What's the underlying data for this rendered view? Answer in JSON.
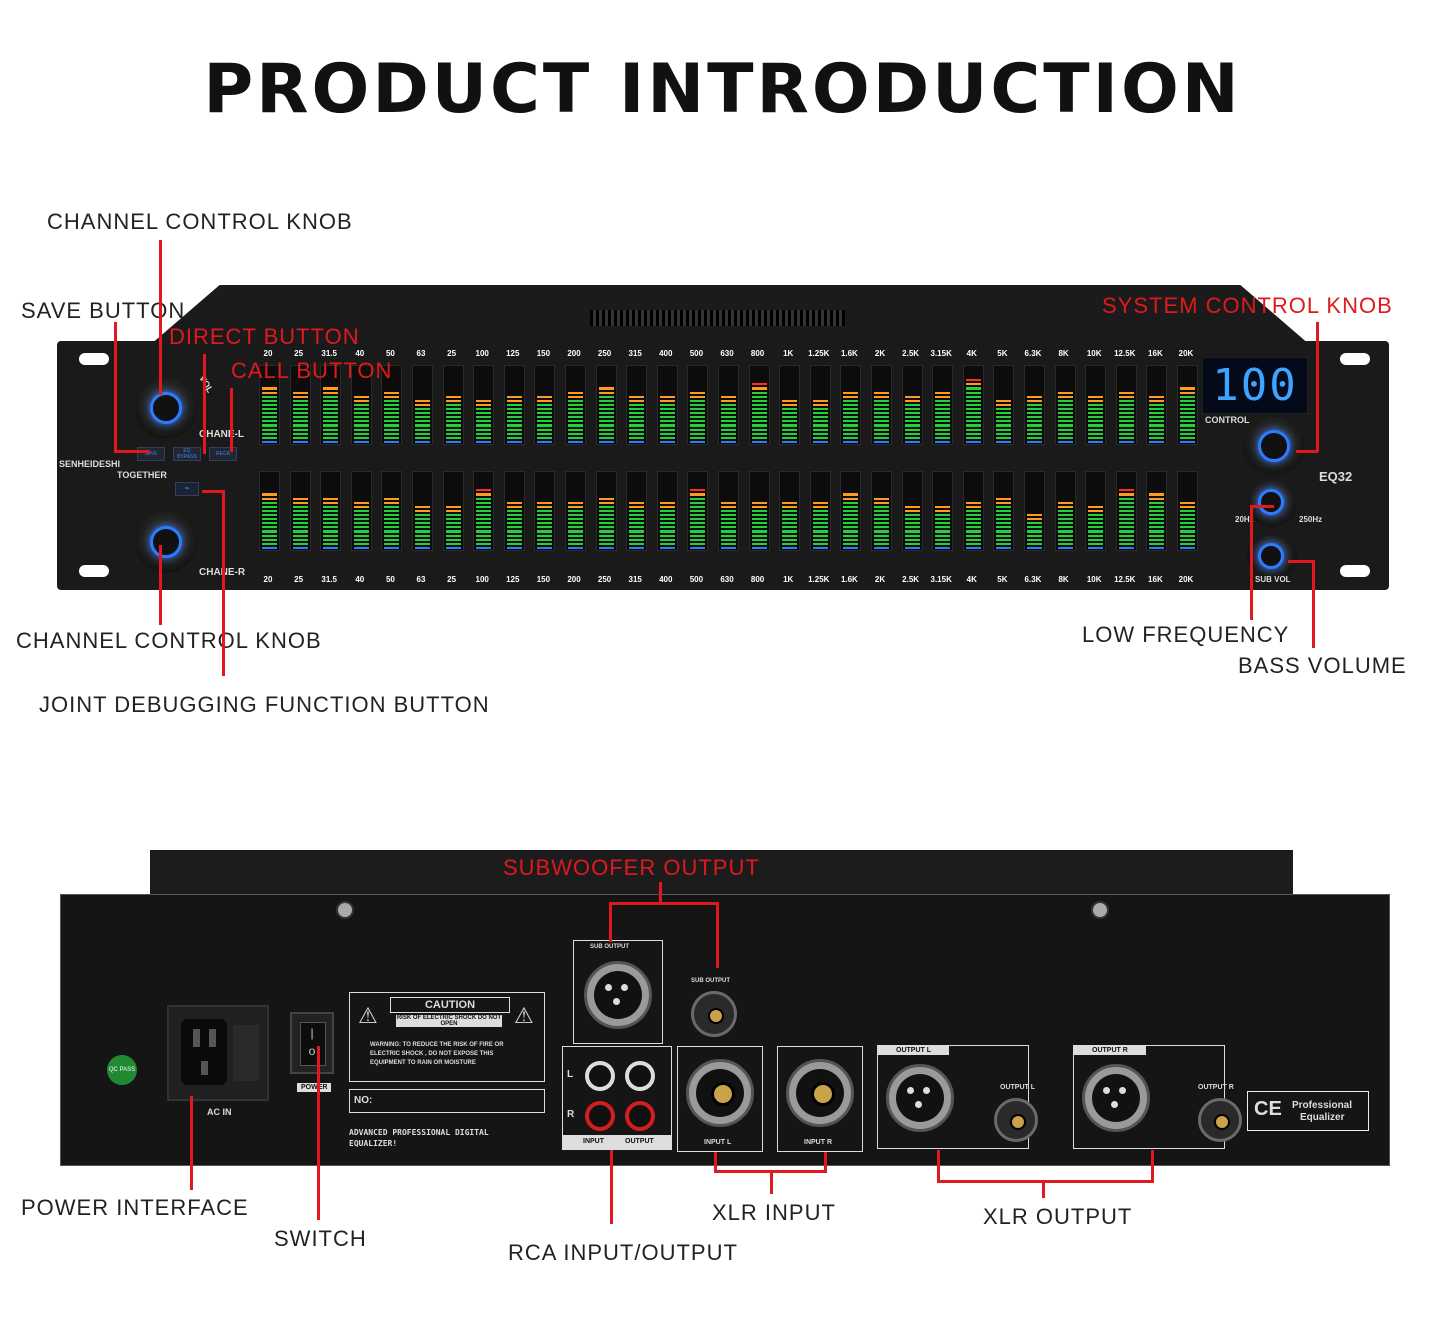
{
  "title": "PRODUCT INTRODUCTION",
  "labels": {
    "channel_knob_top": "CHANNEL CONTROL KNOB",
    "save_button": "SAVE BUTTON",
    "direct_button": "DIRECT BUTTON",
    "call_button": "CALL BUTTON",
    "system_knob": "SYSTEM CONTROL KNOB",
    "channel_knob_bottom": "CHANNEL CONTROL KNOB",
    "joint_button": "JOINT DEBUGGING FUNCTION BUTTON",
    "low_frequency": "LOW FREQUENCY",
    "bass_volume": "BASS VOLUME",
    "subwoofer_output": "SUBWOOFER OUTPUT",
    "power_interface": "POWER INTERFACE",
    "switch": "SWITCH",
    "rca": "RCA INPUT/OUTPUT",
    "xlr_input": "XLR INPUT",
    "xlr_output": "XLR OUTPUT"
  },
  "panel": {
    "frequencies": [
      "20",
      "25",
      "31.5",
      "40",
      "50",
      "63",
      "25",
      "100",
      "125",
      "150",
      "200",
      "250",
      "315",
      "400",
      "500",
      "630",
      "800",
      "1K",
      "1.25K",
      "1.6K",
      "2K",
      "2.5K",
      "3.15K",
      "4K",
      "5K",
      "6.3K",
      "8K",
      "10K",
      "12.5K",
      "16K",
      "20K"
    ],
    "levels_top": [
      14,
      13,
      14,
      12,
      13,
      11,
      12,
      11,
      12,
      12,
      13,
      14,
      12,
      12,
      13,
      12,
      15,
      11,
      11,
      13,
      13,
      12,
      13,
      16,
      11,
      12,
      13,
      12,
      13,
      12,
      14
    ],
    "levels_bottom": [
      14,
      13,
      13,
      12,
      13,
      11,
      11,
      15,
      12,
      12,
      12,
      13,
      12,
      12,
      15,
      12,
      12,
      12,
      12,
      14,
      13,
      11,
      11,
      12,
      13,
      9,
      12,
      11,
      15,
      14,
      12
    ],
    "display_value": "100",
    "control": "CONTROL",
    "chane_l": "CHANE-L",
    "chane_r": "CHANE-R",
    "brand": "SENHEIDESHI",
    "together": "TOGETHER",
    "model": "EQ32",
    "hz20": "20Hz",
    "hz250": "250Hz",
    "sub_vol": "SUB VOL",
    "vol": "VOL",
    "btn_save": "SAVE",
    "btn_bypass": "EQ BYPASS",
    "btn_recall": "RECA"
  },
  "rear": {
    "ac_in": "AC IN",
    "power": "POWER",
    "caution": "CAUTION",
    "risk": "RISK OF ELECTRIC SHOCK DO NOT OPEN",
    "warning": "WARNING: TO REDUCE THE RISK OF FIRE OR ELECTRIC SHOCK , DO NOT EXPOSE THIS EQUIPMENT TO RAIN OR MOISTURE",
    "no": "NO:",
    "product_line1": "ADVANCED PROFESSIONAL DIGITAL",
    "product_line2": "EQUALIZER!",
    "sub_output": "SUB OUTPUT",
    "rca_l": "L",
    "rca_r": "R",
    "input": "INPUT",
    "output": "OUTPUT",
    "input_l": "INPUT  L",
    "input_r": "INPUT  R",
    "output_l": "OUTPUT  L",
    "output_r": "OUTPUT  R",
    "output_l_jack": "OUTPUT  L",
    "output_r_jack": "OUTPUT  R",
    "ce": "CE",
    "pro_line1": "Professional",
    "pro_line2": "Equalizer",
    "qc": "QC PASS"
  },
  "colors": {
    "accent_red": "#e0191e",
    "led_blue": "#2f7bff",
    "led_green": "#22d13a",
    "led_orange": "#ff9a1f"
  }
}
